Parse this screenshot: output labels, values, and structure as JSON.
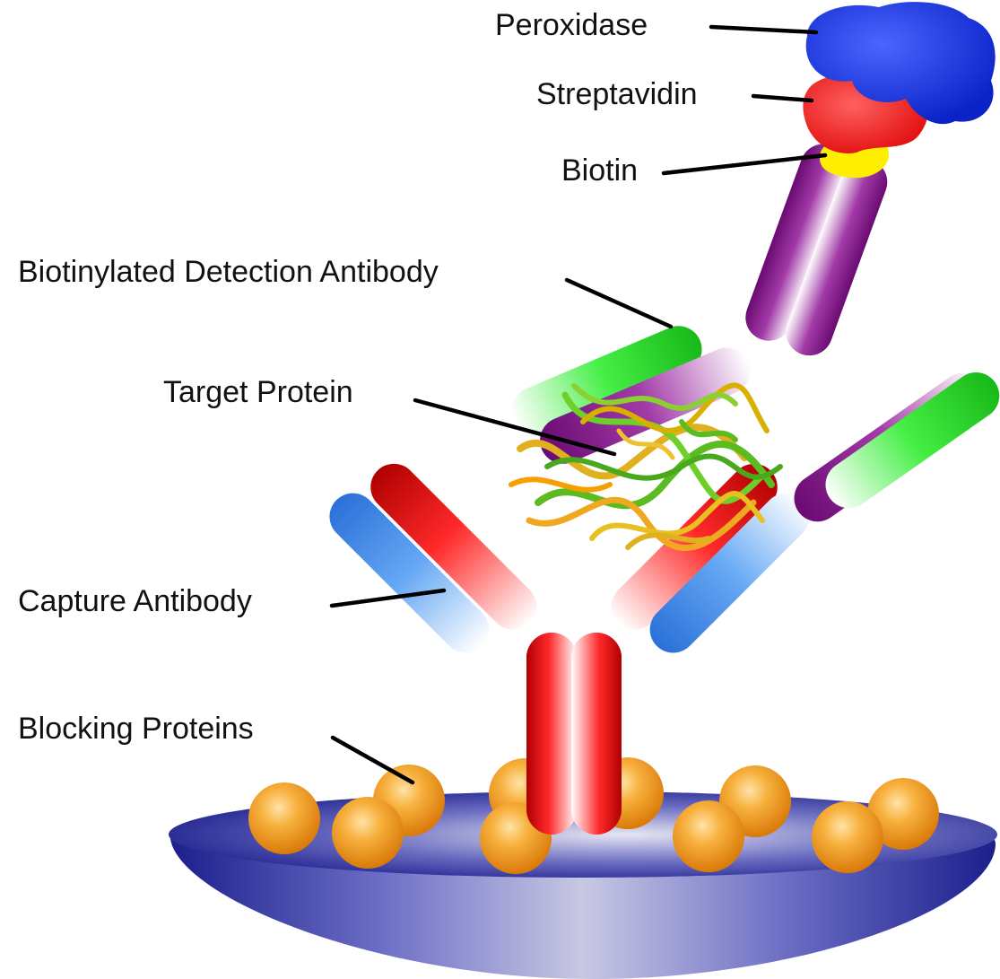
{
  "labels": {
    "peroxidase": "Peroxidase",
    "streptavidin": "Streptavidin",
    "biotin": "Biotin",
    "detection_antibody": "Biotinylated Detection Antibody",
    "target_protein": "Target Protein",
    "capture_antibody": "Capture Antibody",
    "blocking_proteins": "Blocking Proteins"
  },
  "colors": {
    "peroxidase": "#1a35e0",
    "streptavidin": "#f01818",
    "biotin": "#ffee00",
    "detection_heavy_chain": "#8a1a8f",
    "detection_light_chain": "#22dd22",
    "capture_heavy_chain": "#ee1111",
    "capture_light_chain": "#3a8ae8",
    "blocking_protein": "#f5a623",
    "plate_well": "#1c1f8c",
    "target_strand_green": "#5dbb22",
    "target_strand_yellow": "#e0b020"
  }
}
